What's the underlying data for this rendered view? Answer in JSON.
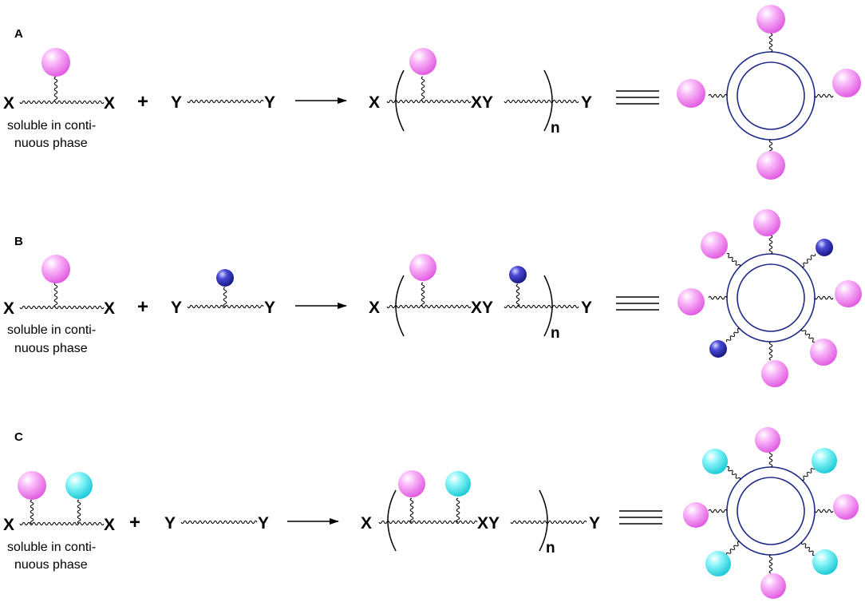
{
  "colors": {
    "pink": "#f07ef0",
    "blue": "#2a2ab4",
    "cyan": "#35e6ee",
    "ring": "#1e2a88"
  },
  "panels": [
    {
      "label": "A",
      "monomer1": {
        "end_left": "X",
        "end_right": "X",
        "note_line1": "soluble in conti-",
        "note_line2": "nuous phase"
      },
      "plus": "+",
      "monomer2": {
        "end_left": "Y",
        "end_right": "Y"
      },
      "product": {
        "end_left": "X",
        "junction": "XY",
        "end_right": "Y",
        "subscript": "n"
      },
      "equiv": "≡"
    },
    {
      "label": "B",
      "monomer1": {
        "end_left": "X",
        "end_right": "X",
        "note_line1": "soluble in conti-",
        "note_line2": "nuous phase"
      },
      "plus": "+",
      "monomer2": {
        "end_left": "Y",
        "end_right": "Y"
      },
      "product": {
        "end_left": "X",
        "junction": "XY",
        "end_right": "Y",
        "subscript": "n"
      },
      "equiv": "≡"
    },
    {
      "label": "C",
      "monomer1": {
        "end_left": "X",
        "end_right": "X",
        "note_line1": "soluble in conti-",
        "note_line2": "nuous phase"
      },
      "plus": "+",
      "monomer2": {
        "end_left": "Y",
        "end_right": "Y"
      },
      "product": {
        "end_left": "X",
        "junction": "XY",
        "end_right": "Y",
        "subscript": "n"
      },
      "equiv": "≡"
    }
  ]
}
